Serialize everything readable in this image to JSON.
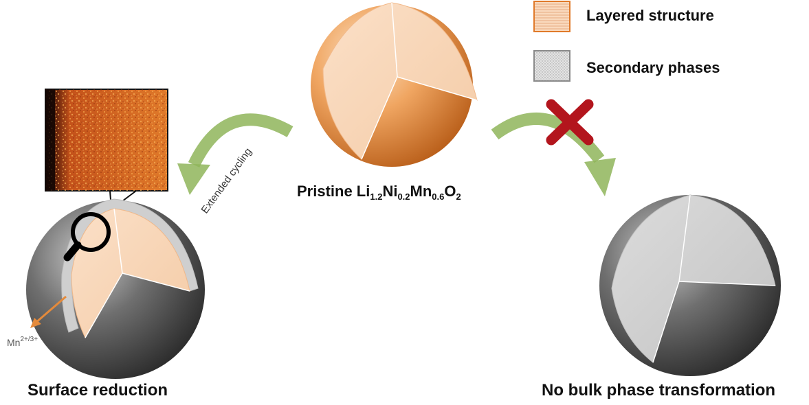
{
  "legend": {
    "layered_label": "Layered structure",
    "secondary_label": "Secondary phases"
  },
  "pristine": {
    "prefix": "Pristine Li",
    "li_sub": "1.2",
    "ni": "Ni",
    "ni_sub": "0.2",
    "mn": "Mn",
    "mn_sub": "0.6",
    "o": "O",
    "o_sub": "2"
  },
  "left_arrow": {
    "label": "Extended cycling"
  },
  "ion_release": {
    "base": "Mn",
    "sup": "2+/3+"
  },
  "captions": {
    "left": "Surface reduction",
    "right": "No bulk phase transformation"
  },
  "colors": {
    "layered_fill": "#f9d9bd",
    "layered_border": "#e07a2a",
    "secondary_fill": "#d8d8d8",
    "arrow_green": "#8fb55a",
    "cross_red": "#b3151d",
    "orange_shell": "#e48a3b",
    "dark_shell": "#4a4a4a"
  },
  "icons": {
    "magnifier": "magnifier-icon",
    "cross": "cross-icon"
  }
}
